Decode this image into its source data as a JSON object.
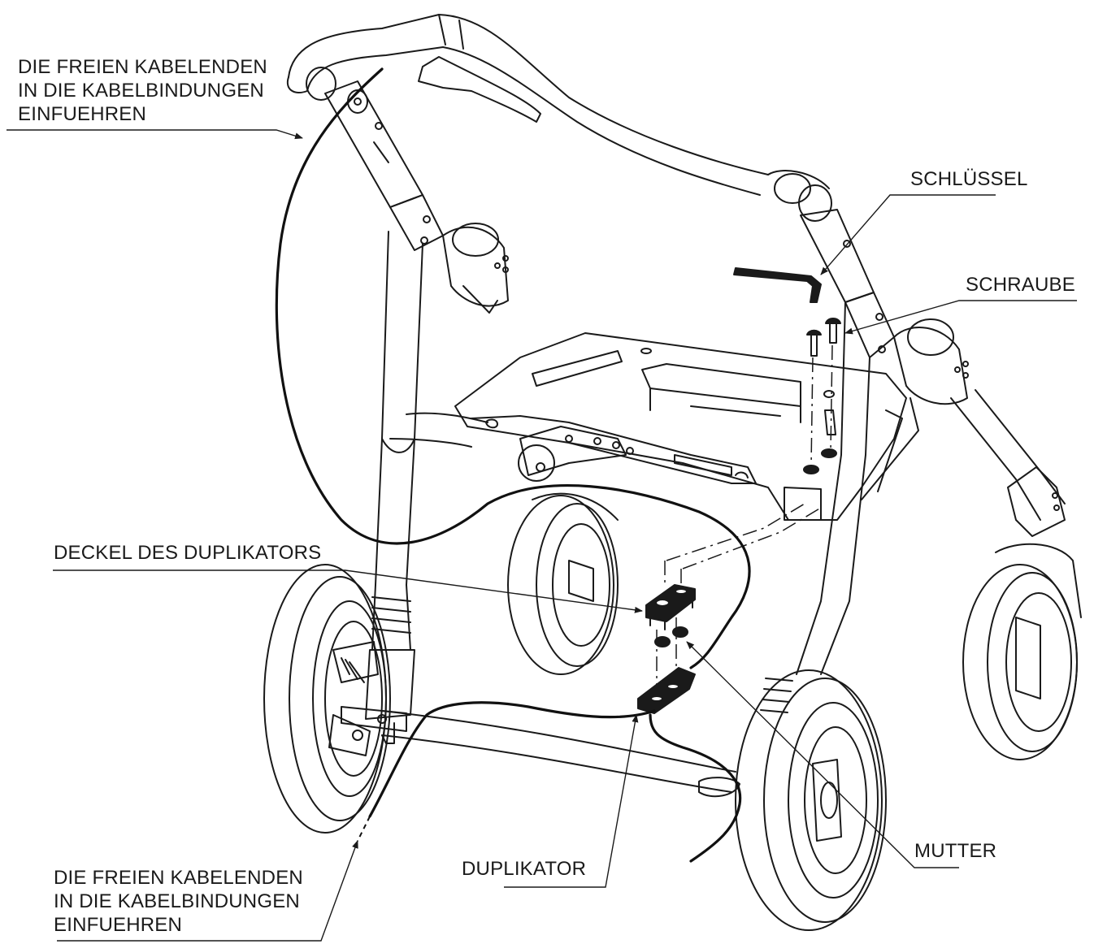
{
  "labels": {
    "cable_ends_top": [
      "DIE FREIEN KABELENDEN",
      "IN DIE KABELBINDUNGEN",
      "EINFUEHREN"
    ],
    "key": "SCHLÜSSEL",
    "screw": "SCHRAUBE",
    "duplicator_cover": "DECKEL DES DUPLIKATORS",
    "nut": "MUTTER",
    "duplicator": "DUPLIKATOR",
    "cable_ends_bottom": [
      "DIE FREIEN KABELENDEN",
      "IN DIE KABELBINDUNGEN",
      "EINFUEHREN"
    ]
  },
  "colors": {
    "line": "#1a1a1a",
    "cable": "#111111",
    "background": "#ffffff"
  }
}
